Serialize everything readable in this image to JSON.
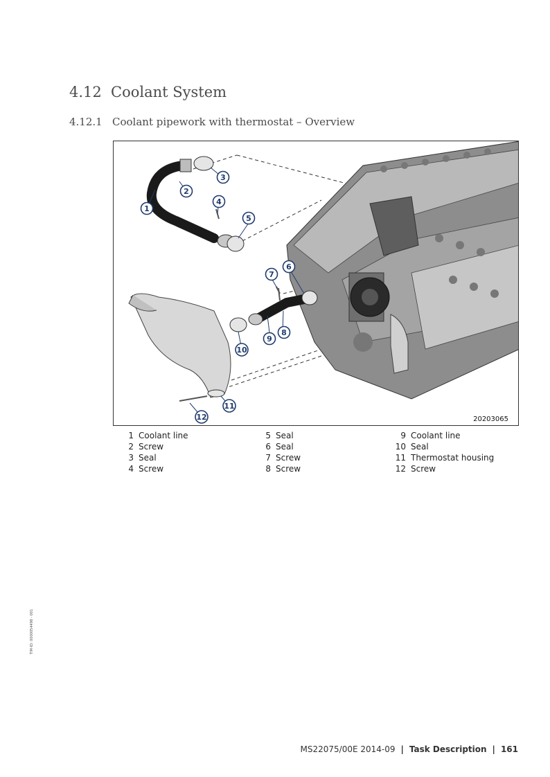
{
  "section": {
    "number": "4.12",
    "title": "Coolant System"
  },
  "subsection": {
    "number": "4.12.1",
    "title": "Coolant pipework with thermostat – Overview"
  },
  "figure": {
    "id": "20203065",
    "callouts": [
      "1",
      "2",
      "3",
      "4",
      "5",
      "6",
      "7",
      "8",
      "9",
      "10",
      "11",
      "12"
    ]
  },
  "legend": [
    [
      {
        "n": "1",
        "label": "Coolant line"
      },
      {
        "n": "2",
        "label": "Screw"
      },
      {
        "n": "3",
        "label": "Seal"
      },
      {
        "n": "4",
        "label": "Screw"
      }
    ],
    [
      {
        "n": "5",
        "label": "Seal"
      },
      {
        "n": "6",
        "label": "Seal"
      },
      {
        "n": "7",
        "label": "Screw"
      },
      {
        "n": "8",
        "label": "Screw"
      }
    ],
    [
      {
        "n": "9",
        "label": "Coolant line"
      },
      {
        "n": "10",
        "label": "Seal"
      },
      {
        "n": "11",
        "label": "Thermostat housing"
      },
      {
        "n": "12",
        "label": "Screw"
      }
    ]
  ],
  "sidebar_text": "TIM-ID: 0000054498 - 001",
  "footer": {
    "doc": "MS22075/00E 2014-09",
    "section": "Task Description",
    "page": "161"
  }
}
